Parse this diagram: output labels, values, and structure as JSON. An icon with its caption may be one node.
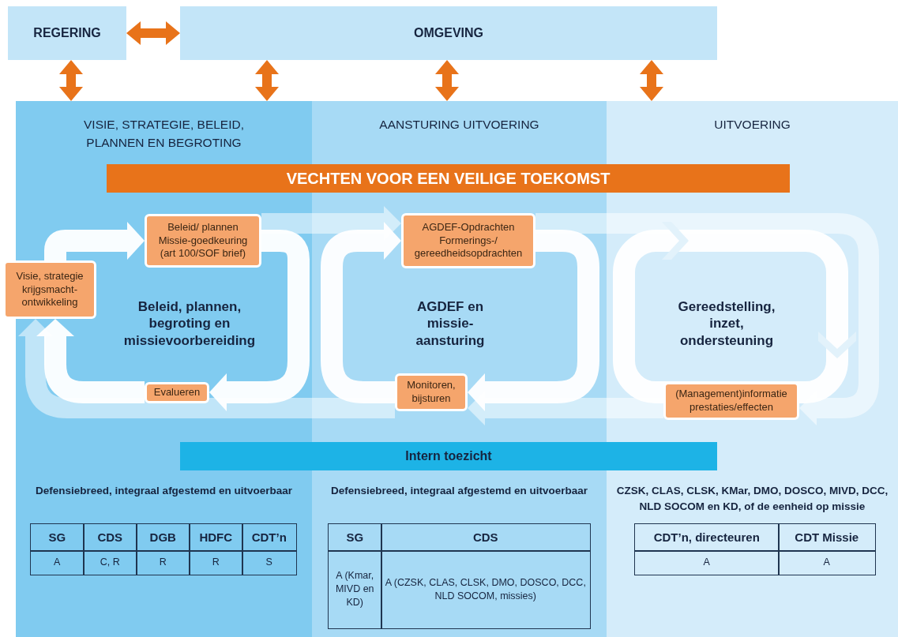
{
  "diagram": {
    "nodes": [
      {
        "text": [
          "REGERING"
        ]
      },
      {
        "text": [
          "OMGEVING"
        ]
      },
      {
        "text": [
          "VISIE, STRATEGIE, BELEID, PLANNEN EN BEGROTING"
        ]
      },
      {
        "text": [
          "AANSTURING UITVOERING"
        ]
      },
      {
        "text": [
          "UITVOERING"
        ]
      },
      {
        "text": [
          "VECHTEN VOOR EEN VEILIGE TOEKOMST"
        ]
      },
      {
        "text": [
          "Beleid/ plannen Missie-goedkeuring (art 100/SOF brief)"
        ],
        "in": 2
      },
      {
        "text": [
          "Visie, strategie krijgsmacht-ontwikkeling"
        ]
      },
      {
        "text": [
          "Beleid, plannen, begroting en missievoorbereiding"
        ],
        "in": 2
      },
      {
        "text": [
          "Evalueren"
        ],
        "in": 2
      },
      {
        "text": [
          "AGDEF-Opdrachten Formerings-/ gereedheidsopdrachten"
        ],
        "in": 3
      },
      {
        "text": [
          "AGDEF en missie-aansturing"
        ],
        "in": 3
      },
      {
        "text": [
          "Monitoren, bijsturen"
        ],
        "in": 3
      },
      {
        "text": [
          "Gereedstelling, inzet, ondersteuning"
        ],
        "in": 4
      },
      {
        "text": [
          "(Management)informatie prestaties/effecten"
        ],
        "in": 4
      },
      {
        "text": [
          "Intern toezicht"
        ]
      }
    ],
    "edges": [
      {
        "from": 0,
        "to": 1,
        "arrow": "both",
        "color": "#e8731a"
      },
      {
        "from": 0,
        "to": 2,
        "arrow": "both",
        "color": "#e8731a"
      },
      {
        "from": 1,
        "to": 2,
        "arrow": "both",
        "color": "#e8731a"
      },
      {
        "from": 1,
        "to": 3,
        "arrow": "both",
        "color": "#e8731a"
      },
      {
        "from": 1,
        "to": 4,
        "arrow": "both",
        "color": "#e8731a"
      },
      {
        "from": 7,
        "to": 6,
        "arrow": "to"
      },
      {
        "from": 6,
        "to": 9,
        "arrow": "to"
      },
      {
        "from": 9,
        "to": 7,
        "arrow": "to"
      },
      {
        "from": 10,
        "to": 12,
        "arrow": "to"
      },
      {
        "from": 12,
        "to": 10,
        "arrow": "to"
      },
      {
        "from": 6,
        "to": 10,
        "arrow": "to"
      },
      {
        "from": 10,
        "to": 14,
        "arrow": "to"
      },
      {
        "from": 14,
        "to": 12,
        "arrow": "to"
      },
      {
        "from": 12,
        "to": 7,
        "arrow": "to"
      }
    ],
    "labels": [
      "Defensiebreed, integraal afgestemd en uitvoerbaar",
      "SG",
      "CDS",
      "DGB",
      "HDFC",
      "CDT’n",
      "A",
      "C, R",
      "R",
      "R",
      "S",
      "Defensiebreed, integraal afgestemd en uitvoerbaar",
      "SG",
      "CDS",
      "A (Kmar, MIVD en KD)",
      "A (CZSK, CLAS, CLSK, DMO, DOSCO, DCC, NLD SOCOM, missies)",
      "CZSK, CLAS, CLSK, KMar, DMO, DOSCO, MIVD, DCC, NLD SOCOM en KD, of de eenheid op missie",
      "CDT’n, directeuren",
      "CDT Missie",
      "A",
      "A"
    ]
  }
}
